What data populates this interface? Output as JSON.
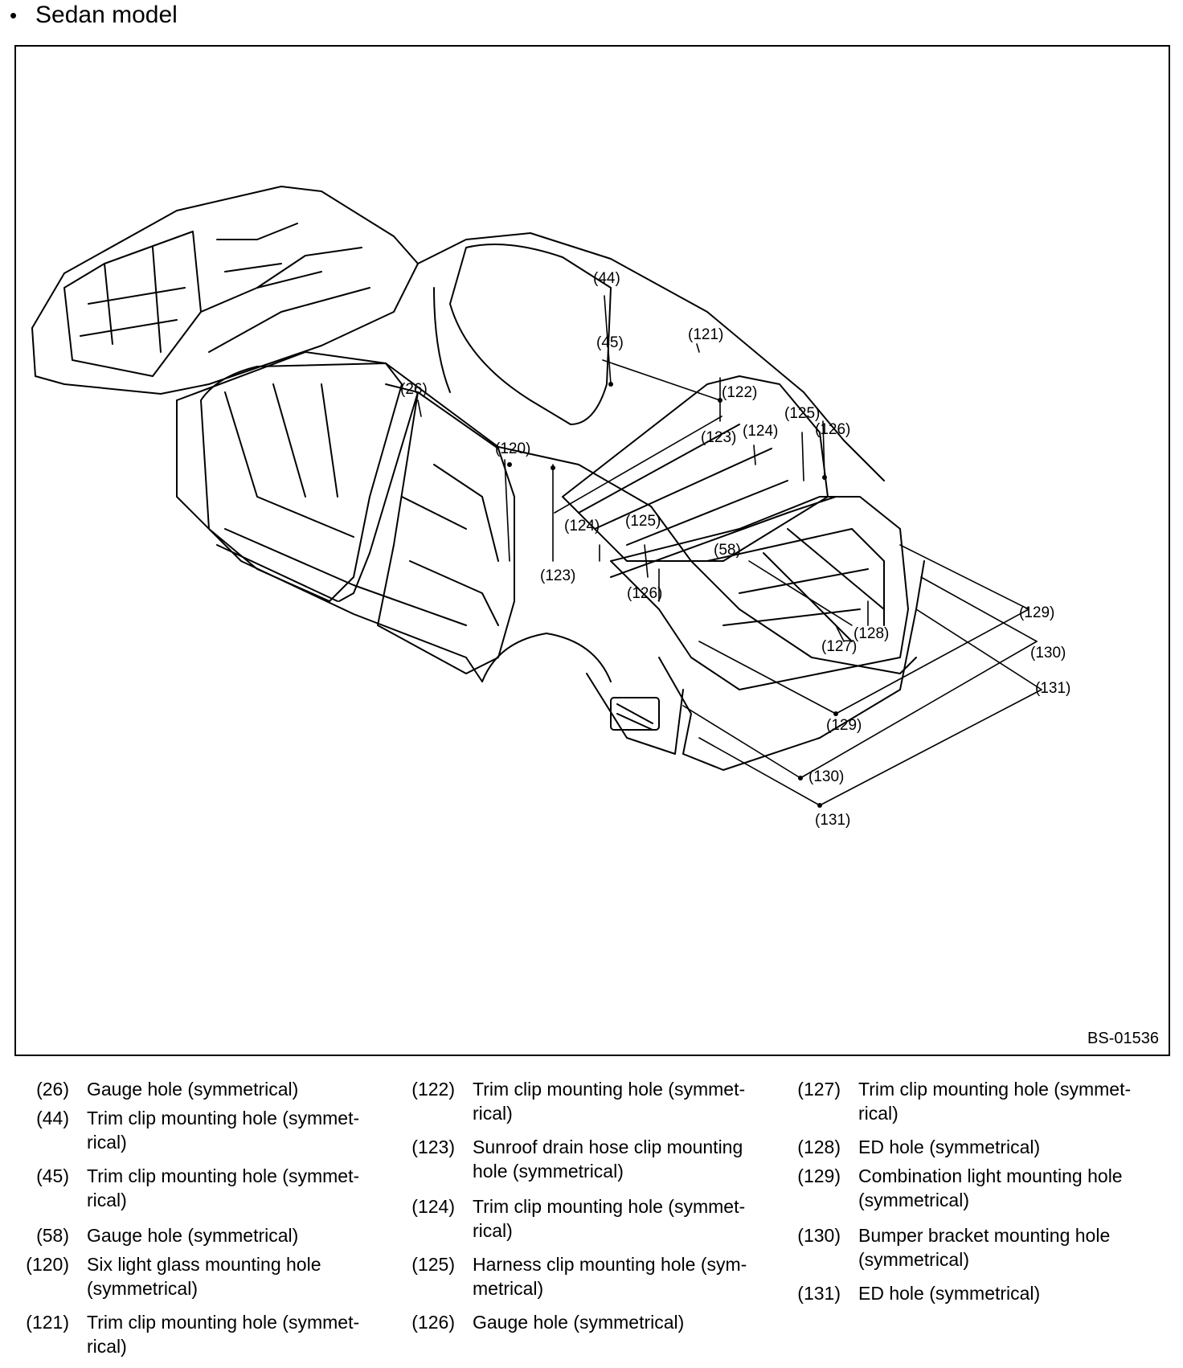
{
  "heading": {
    "bullet": "•",
    "title": "Sedan model"
  },
  "figure_code": "BS-01536",
  "callouts": [
    "(44)",
    "(121)",
    "(45)",
    "(122)",
    "(123)",
    "(124)",
    "(125)",
    "(126)",
    "(26)",
    "(120)",
    "(124)",
    "(125)",
    "(123)",
    "(58)",
    "(126)",
    "(129)",
    "(130)",
    "(131)",
    "(128)",
    "(127)",
    "(129)",
    "(130)",
    "(131)"
  ],
  "legend": [
    [
      {
        "num": "(26)",
        "text": "Gauge hole (symmetrical)"
      },
      {
        "num": "(44)",
        "text": "Trim clip mounting hole (symmet-rical)"
      },
      {
        "num": "(45)",
        "text": "Trim clip mounting hole (symmet-rical)"
      },
      {
        "num": "(58)",
        "text": "Gauge hole (symmetrical)"
      },
      {
        "num": "(120)",
        "text": "Six light glass mounting hole (symmetrical)"
      },
      {
        "num": "(121)",
        "text": "Trim clip mounting hole (symmet-rical)"
      }
    ],
    [
      {
        "num": "(122)",
        "text": "Trim clip mounting hole (symmet-rical)"
      },
      {
        "num": "(123)",
        "text": "Sunroof drain hose clip mounting hole (symmetrical)"
      },
      {
        "num": "(124)",
        "text": "Trim clip mounting hole (symmet-rical)"
      },
      {
        "num": "(125)",
        "text": "Harness clip mounting hole (sym-metrical)"
      },
      {
        "num": "(126)",
        "text": "Gauge hole (symmetrical)"
      }
    ],
    [
      {
        "num": "(127)",
        "text": "Trim clip mounting hole (symmet-rical)"
      },
      {
        "num": "(128)",
        "text": "ED hole (symmetrical)"
      },
      {
        "num": "(129)",
        "text": "Combination light mounting hole (symmetrical)"
      },
      {
        "num": "(130)",
        "text": "Bumper bracket mounting hole (symmetrical)"
      },
      {
        "num": "(131)",
        "text": "ED hole (symmetrical)"
      }
    ]
  ]
}
